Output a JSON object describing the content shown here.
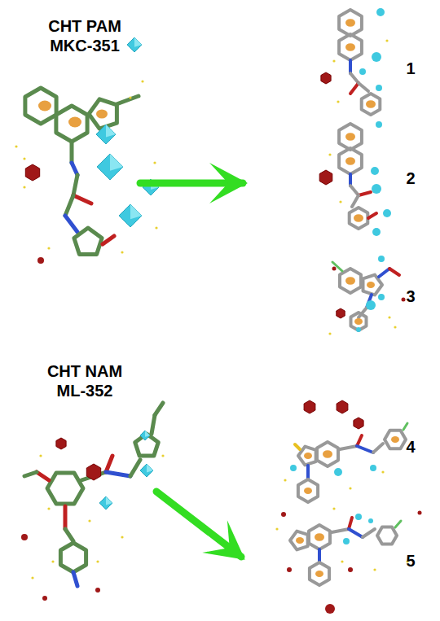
{
  "diagram": {
    "labels": [
      "CHT PAM MKC-351",
      "1",
      "2",
      "3",
      "CHT NAM ML-352",
      "4",
      "5"
    ]
  }
}
